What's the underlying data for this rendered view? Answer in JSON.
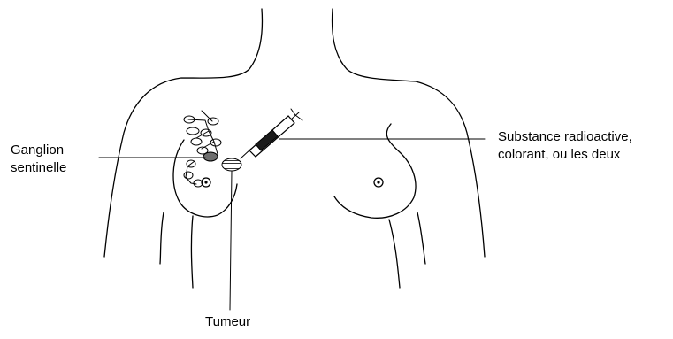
{
  "labels": {
    "ganglion_line1": "Ganglion",
    "ganglion_line2": "sentinelle",
    "substance_line1": "Substance radioactive,",
    "substance_line2": "colorant, ou les deux",
    "tumeur": "Tumeur"
  }
}
